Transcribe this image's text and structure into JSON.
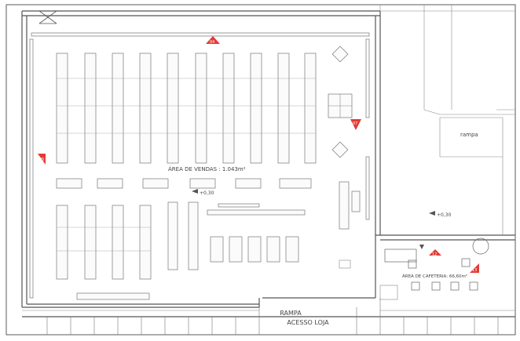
{
  "plan": {
    "sales_area_label": "ÁREA DE VENDAS : 1.043m²",
    "cafe_area_label": "ÁREA DE CAFETERIA: 66,60m²",
    "rampa_label": "rampa",
    "ramp_entry_line1": "RAMPA",
    "ramp_entry_line2": "ACESSO LOJA",
    "level_label_1": "+0,30",
    "level_label_2": "+0,30",
    "markers": [
      "04",
      "07",
      "05",
      "12",
      "13"
    ]
  },
  "colors": {
    "marker": "#e53935",
    "lines": "#666666",
    "background": "#ffffff"
  }
}
